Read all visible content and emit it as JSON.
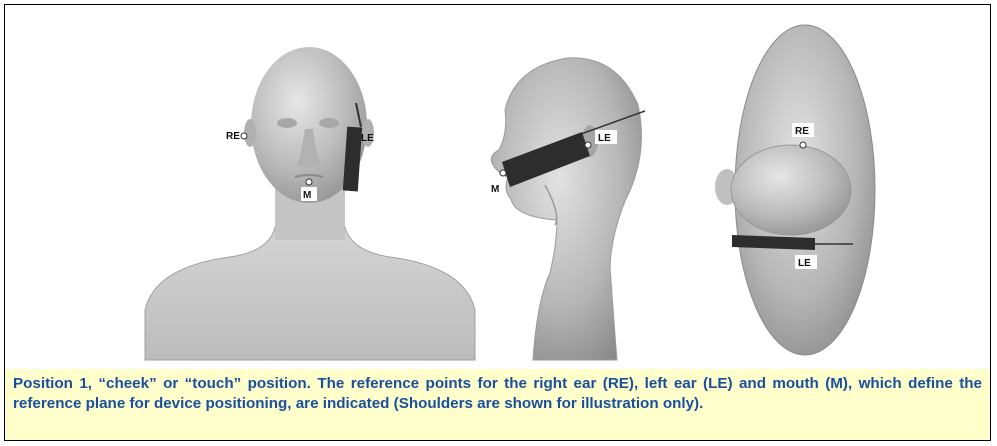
{
  "figure": {
    "labels": {
      "front_re": "RE",
      "front_le": "LE",
      "front_m": "M",
      "side_le": "LE",
      "side_m": "M",
      "top_re": "RE",
      "top_le": "LE"
    }
  },
  "caption": {
    "text": "Position 1, “cheek” or “touch” position.  The reference points for the right ear (RE), left ear (LE) and mouth (M), which define the reference plane for device positioning, are indicated (Shoulders are shown for illustration only)."
  }
}
